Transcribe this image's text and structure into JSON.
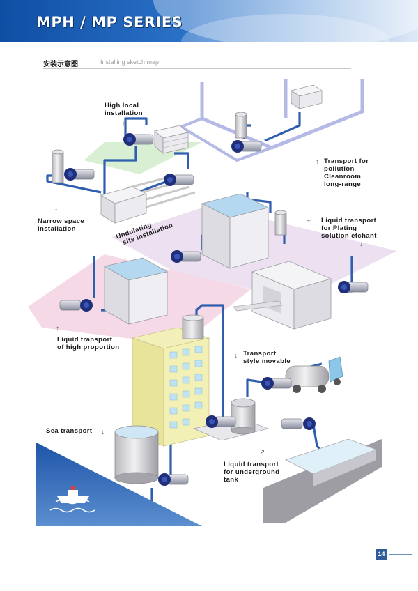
{
  "header": {
    "title": "MPH / MP SERIES"
  },
  "section": {
    "title_cn": "安装示意图",
    "title_en": "Installing sketch map"
  },
  "labels": {
    "high_local": [
      "High local",
      "installation"
    ],
    "transport_pollution": [
      "Transport for",
      "pollution",
      "Cleanroom",
      "long-range"
    ],
    "narrow_space": [
      "Narrow space",
      "installation"
    ],
    "undulating": [
      "Undulating",
      "site installation"
    ],
    "plating": [
      "Liquid transport",
      "for Plating",
      "solution etchant"
    ],
    "high_proportion": [
      "Liquid transport",
      "of high proportion"
    ],
    "movable": [
      "Transport",
      "style movable"
    ],
    "sea": "Sea transport",
    "underground": [
      "Liquid transport",
      "for underground",
      "tank"
    ]
  },
  "page_number": "14",
  "colors": {
    "header_blue": "#1557ad",
    "pipe_blue": "#2f5fae",
    "pump_navy": "#1f2f7a",
    "page_badge": "#2e5d98"
  }
}
